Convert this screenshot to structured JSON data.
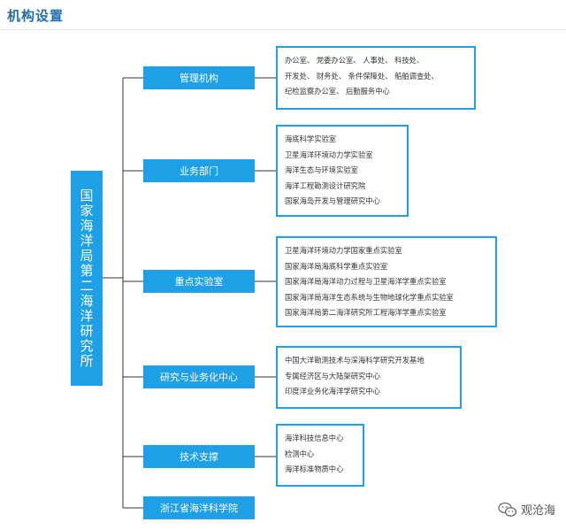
{
  "page_title": "机构设置",
  "root_label": "国家海洋局第二海洋研究所",
  "branches": [
    {
      "label": "管理机构",
      "items": [
        "办公室、 党委办公室、 人事处、 科技处、",
        "开发处、 财务处、 条件保障处、 船舶调查处、",
        "纪检监察办公室、 后勤服务中心"
      ]
    },
    {
      "label": "业务部门",
      "items": [
        "海底科学实验室",
        "卫星海洋环境动力学实验室",
        "海洋生态与环境实验室",
        "海洋工程勘测设计研究院",
        "国家海岛开发与管理研究中心"
      ]
    },
    {
      "label": "重点实验室",
      "items": [
        "卫星海洋环境动力学国家重点实验室",
        "国家海洋局海底科学重点实验室",
        "国家海洋局海洋动力过程与卫星海洋学重点实验室",
        "国家海洋局海洋生态系统与生物地球化学重点实验室",
        "国家海洋局第二海洋研究所工程海洋学重点实验室"
      ]
    },
    {
      "label": "研究与业务化中心",
      "items": [
        "中国大洋勘测技术与深海科学研究开发基地",
        "专属经济区与大陆架研究中心",
        "印度洋业务化海洋学研究中心"
      ]
    },
    {
      "label": "技术支撑",
      "items": [
        "海洋科技信息中心",
        "检测中心",
        "海洋标准物质中心"
      ]
    },
    {
      "label": "浙江省海洋科学院",
      "items": []
    }
  ],
  "watermark": {
    "text": "观沧海",
    "icon": "wechat-icon"
  },
  "colors": {
    "accent": "#1ea0e6",
    "title": "#1f6fb0",
    "connector": "#333333"
  }
}
